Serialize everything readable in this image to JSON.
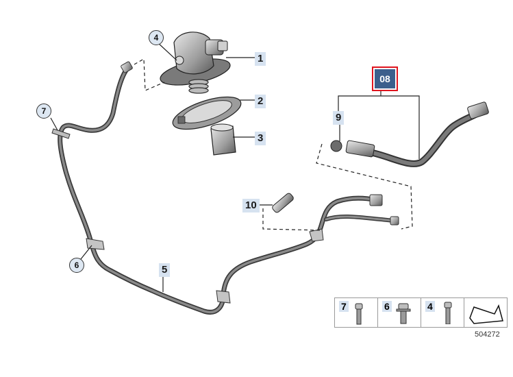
{
  "callouts": {
    "c1": "1",
    "c2": "2",
    "c3": "3",
    "c4": "4",
    "c5": "5",
    "c6": "6",
    "c7": "7",
    "c9": "9",
    "c10": "10"
  },
  "highlight": {
    "label": "08",
    "border_color": "#e0141e",
    "fill_color": "#3c5f8c"
  },
  "legend": {
    "items": [
      {
        "label": "7",
        "icon": "bolt-icon"
      },
      {
        "label": "6",
        "icon": "flange-bolt-icon"
      },
      {
        "label": "4",
        "icon": "bolt-icon"
      }
    ],
    "arrow_icon": "direction-arrow-icon"
  },
  "diagram_id": "504272",
  "colors": {
    "label_bg": "#d6e2f0",
    "pipe": "#6a6a6a",
    "line": "#222222"
  }
}
